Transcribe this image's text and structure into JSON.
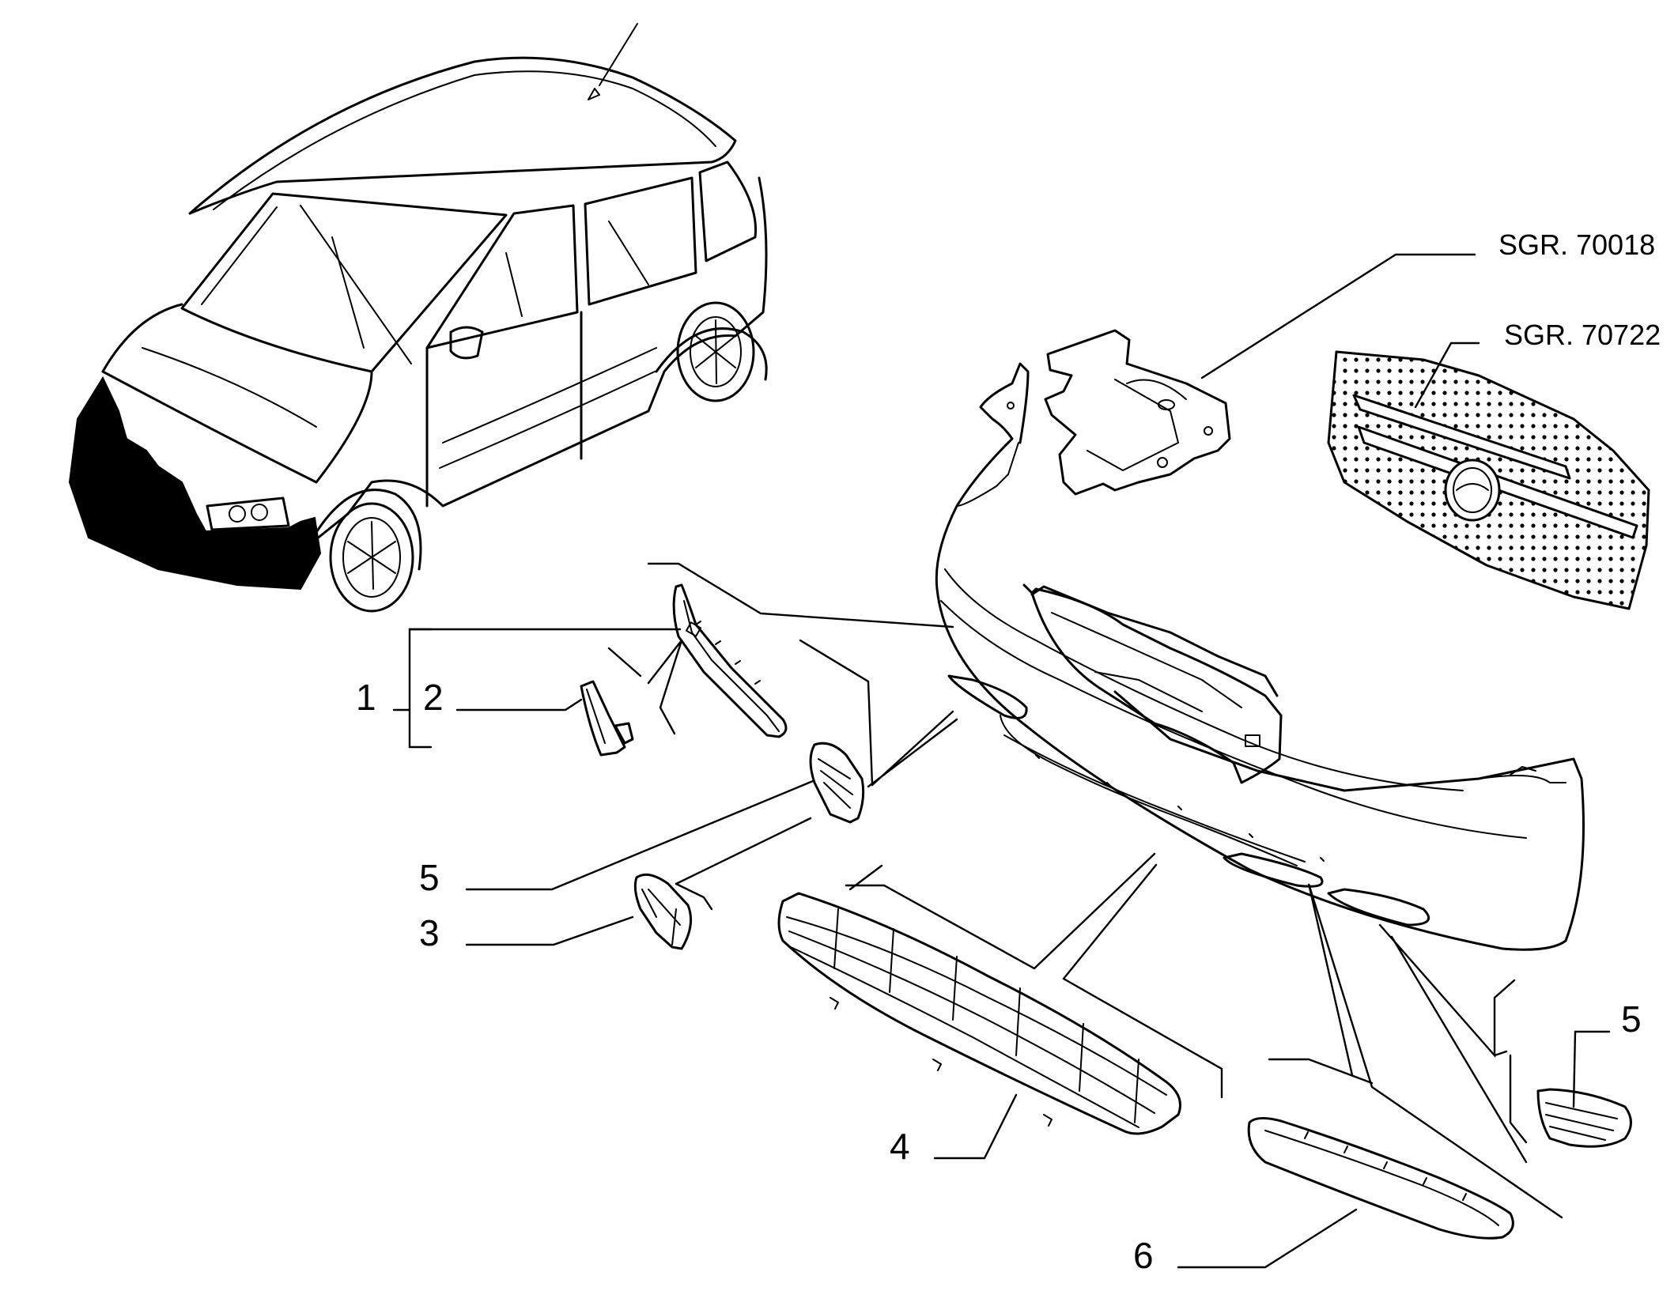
{
  "callouts": {
    "c1": "1",
    "c2": "2",
    "c3": "3",
    "c4": "4",
    "c5_left": "5",
    "c5_right": "5",
    "c6": "6"
  },
  "references": {
    "ref_support": "SGR. 70018",
    "ref_grille": "SGR. 70722"
  },
  "colors": {
    "line": "#000000",
    "background": "#ffffff",
    "highlight_fill": "#000000"
  }
}
